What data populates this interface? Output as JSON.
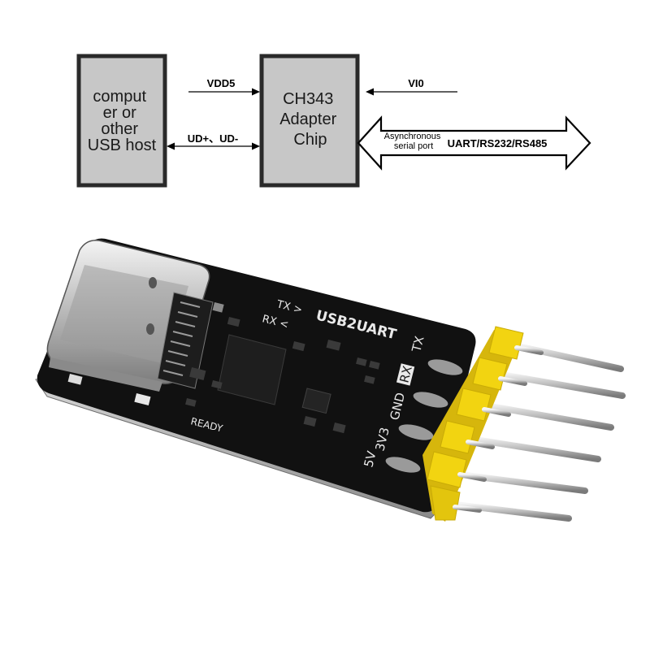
{
  "diagram": {
    "host_box": {
      "lines": [
        "comput",
        "er or",
        "other",
        "USB host"
      ]
    },
    "chip_box": {
      "lines": [
        "CH343",
        "Adapter",
        "Chip"
      ]
    },
    "vdd5_label": "VDD5",
    "ud_label": "UD+、UD-",
    "vio_label": "VI0",
    "async_label_lines": [
      "Asynchronous",
      "serial port"
    ],
    "serial_label": "UART/RS232/RS485"
  },
  "board": {
    "silk_tx_arrow": "TX >",
    "silk_rx_arrow": "RX <",
    "silk_title": "USB2UART",
    "silk_ready": "READY",
    "pins": [
      "TX",
      "RX",
      "GND",
      "3V3",
      "5V"
    ]
  },
  "colors": {
    "box_fill": "#c7c7c7",
    "pcb": "#101010",
    "header": "#f2d411",
    "pin_metal": "#cfcfcf"
  }
}
